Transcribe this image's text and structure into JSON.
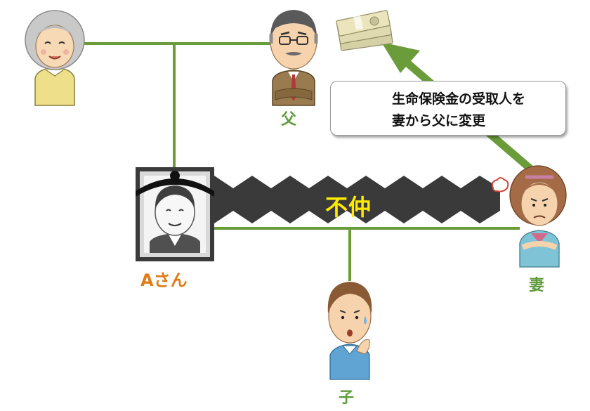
{
  "people": {
    "father": "父",
    "person_a": "Aさん",
    "wife": "妻",
    "child": "子"
  },
  "conflict": "不仲",
  "callout": {
    "line1": "生命保険金の受取人を",
    "line2": "妻から父に変更"
  },
  "colors": {
    "line": "#6a9c3a",
    "label_green": "#5e9b3b",
    "label_orange": "#e07b16",
    "conflict_text": "#ffeb00",
    "zigzag": "#3a3a3a"
  }
}
